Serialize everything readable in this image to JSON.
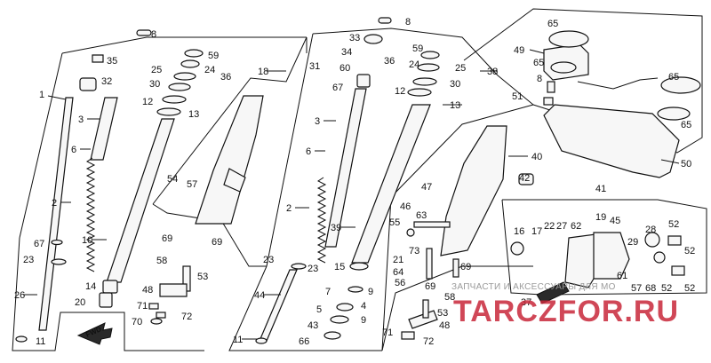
{
  "watermark": {
    "small_text": "ЗАПЧАСТИ И АКСЕССУАРЫ ДЛЯ МО",
    "logo_text": "TARCZFOR.RU"
  },
  "direction_marker": "FWD",
  "callouts": [
    {
      "id": "c8a",
      "text": "8"
    },
    {
      "id": "c35",
      "text": "35"
    },
    {
      "id": "c32",
      "text": "32"
    },
    {
      "id": "c1",
      "text": "1"
    },
    {
      "id": "c3l",
      "text": "3"
    },
    {
      "id": "c6l",
      "text": "6"
    },
    {
      "id": "c2l",
      "text": "2"
    },
    {
      "id": "c67l",
      "text": "67"
    },
    {
      "id": "c23l",
      "text": "23"
    },
    {
      "id": "c26",
      "text": "26"
    },
    {
      "id": "c11l",
      "text": "11"
    },
    {
      "id": "c10",
      "text": "10"
    },
    {
      "id": "c14",
      "text": "14"
    },
    {
      "id": "c20",
      "text": "20"
    },
    {
      "id": "c59l",
      "text": "59"
    },
    {
      "id": "c25l",
      "text": "25"
    },
    {
      "id": "c24l",
      "text": "24"
    },
    {
      "id": "c36l",
      "text": "36"
    },
    {
      "id": "c30l",
      "text": "30"
    },
    {
      "id": "c12l",
      "text": "12"
    },
    {
      "id": "c13l",
      "text": "13"
    },
    {
      "id": "c18",
      "text": "18"
    },
    {
      "id": "c54",
      "text": "54"
    },
    {
      "id": "c57",
      "text": "57"
    },
    {
      "id": "c69a",
      "text": "69"
    },
    {
      "id": "c69b",
      "text": "69"
    },
    {
      "id": "c58l",
      "text": "58"
    },
    {
      "id": "c53l",
      "text": "53"
    },
    {
      "id": "c48l",
      "text": "48"
    },
    {
      "id": "c71l",
      "text": "71"
    },
    {
      "id": "c72l",
      "text": "72"
    },
    {
      "id": "c70",
      "text": "70"
    },
    {
      "id": "c8b",
      "text": "8"
    },
    {
      "id": "c33",
      "text": "33"
    },
    {
      "id": "c34",
      "text": "34"
    },
    {
      "id": "c31",
      "text": "31"
    },
    {
      "id": "c60",
      "text": "60"
    },
    {
      "id": "c67m",
      "text": "67"
    },
    {
      "id": "c3m",
      "text": "3"
    },
    {
      "id": "c6m",
      "text": "6"
    },
    {
      "id": "c2m",
      "text": "2"
    },
    {
      "id": "c23m1",
      "text": "23"
    },
    {
      "id": "c23m2",
      "text": "23"
    },
    {
      "id": "c44",
      "text": "44"
    },
    {
      "id": "c11m",
      "text": "11"
    },
    {
      "id": "c39",
      "text": "39"
    },
    {
      "id": "c15",
      "text": "15"
    },
    {
      "id": "c59m",
      "text": "59"
    },
    {
      "id": "c36m",
      "text": "36"
    },
    {
      "id": "c24m",
      "text": "24"
    },
    {
      "id": "c25m",
      "text": "25"
    },
    {
      "id": "c38",
      "text": "38"
    },
    {
      "id": "c30m",
      "text": "30"
    },
    {
      "id": "c12m",
      "text": "12"
    },
    {
      "id": "c13m",
      "text": "13"
    },
    {
      "id": "c7",
      "text": "7"
    },
    {
      "id": "c9a",
      "text": "9"
    },
    {
      "id": "c5",
      "text": "5"
    },
    {
      "id": "c4",
      "text": "4"
    },
    {
      "id": "c43",
      "text": "43"
    },
    {
      "id": "c9b",
      "text": "9"
    },
    {
      "id": "c66",
      "text": "66"
    },
    {
      "id": "c40",
      "text": "40"
    },
    {
      "id": "c42",
      "text": "42"
    },
    {
      "id": "c47",
      "text": "47"
    },
    {
      "id": "c46",
      "text": "46"
    },
    {
      "id": "c63",
      "text": "63"
    },
    {
      "id": "c55",
      "text": "55"
    },
    {
      "id": "c73",
      "text": "73"
    },
    {
      "id": "c21",
      "text": "21"
    },
    {
      "id": "c64",
      "text": "64"
    },
    {
      "id": "c56",
      "text": "56"
    },
    {
      "id": "c69m",
      "text": "69"
    },
    {
      "id": "c69n",
      "text": "69"
    },
    {
      "id": "c58m",
      "text": "58"
    },
    {
      "id": "c53m",
      "text": "53"
    },
    {
      "id": "c48m",
      "text": "48"
    },
    {
      "id": "c71m",
      "text": "71"
    },
    {
      "id": "c72m",
      "text": "72"
    },
    {
      "id": "c65a",
      "text": "65"
    },
    {
      "id": "c49",
      "text": "49"
    },
    {
      "id": "c65b",
      "text": "65"
    },
    {
      "id": "c8c",
      "text": "8"
    },
    {
      "id": "c65c",
      "text": "65"
    },
    {
      "id": "c65d",
      "text": "65"
    },
    {
      "id": "c51",
      "text": "51"
    },
    {
      "id": "c50",
      "text": "50"
    },
    {
      "id": "c41",
      "text": "41"
    },
    {
      "id": "c16",
      "text": "16"
    },
    {
      "id": "c17",
      "text": "17"
    },
    {
      "id": "c22",
      "text": "22"
    },
    {
      "id": "c27",
      "text": "27"
    },
    {
      "id": "c62",
      "text": "62"
    },
    {
      "id": "c19",
      "text": "19"
    },
    {
      "id": "c45",
      "text": "45"
    },
    {
      "id": "c29",
      "text": "29"
    },
    {
      "id": "c28",
      "text": "28"
    },
    {
      "id": "c52a",
      "text": "52"
    },
    {
      "id": "c52b",
      "text": "52"
    },
    {
      "id": "c52c",
      "text": "52"
    },
    {
      "id": "c52d",
      "text": "52"
    },
    {
      "id": "c61",
      "text": "61"
    },
    {
      "id": "c57r",
      "text": "57"
    },
    {
      "id": "c68",
      "text": "68"
    },
    {
      "id": "c37",
      "text": "37"
    }
  ]
}
